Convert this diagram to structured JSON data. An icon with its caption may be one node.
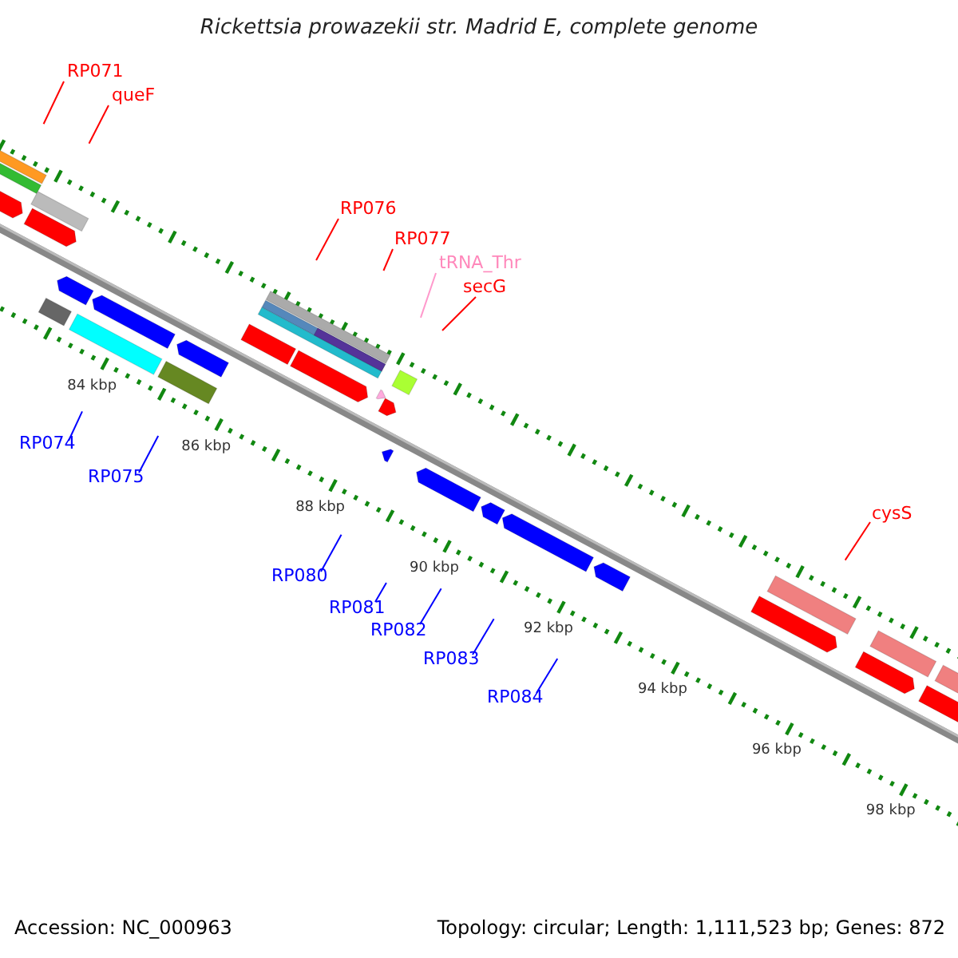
{
  "diagram": {
    "title": "Rickettsia prowazekii str. Madrid E, complete genome",
    "nodes": [
      {
        "text": [
          "RP071"
        ]
      },
      {
        "text": [
          "queF"
        ]
      },
      {
        "text": [
          "RP076"
        ]
      },
      {
        "text": [
          "RP077"
        ]
      },
      {
        "text": [
          "tRNA_Thr"
        ]
      },
      {
        "text": [
          "secG"
        ]
      },
      {
        "text": [
          "RP074"
        ]
      },
      {
        "text": [
          "RP075"
        ]
      },
      {
        "text": [
          "RP080"
        ]
      },
      {
        "text": [
          "RP081"
        ]
      },
      {
        "text": [
          "RP082"
        ]
      },
      {
        "text": [
          "RP083"
        ]
      },
      {
        "text": [
          "RP084"
        ]
      },
      {
        "text": [
          "cysS"
        ]
      }
    ],
    "edges": [
      {
        "from": 0,
        "to": null,
        "arrow": "none",
        "color": "#ff0000"
      },
      {
        "from": 1,
        "to": null,
        "arrow": "none",
        "color": "#ff0000"
      },
      {
        "from": 2,
        "to": null,
        "arrow": "none",
        "color": "#ff0000"
      },
      {
        "from": 3,
        "to": null,
        "arrow": "none",
        "color": "#ff0000"
      },
      {
        "from": 4,
        "to": null,
        "arrow": "none",
        "color": "#ff99cc"
      },
      {
        "from": 5,
        "to": null,
        "arrow": "none",
        "color": "#ff0000"
      },
      {
        "from": 6,
        "to": null,
        "arrow": "none",
        "color": "#0000ff"
      },
      {
        "from": 7,
        "to": null,
        "arrow": "none",
        "color": "#0000ff"
      },
      {
        "from": 8,
        "to": null,
        "arrow": "none",
        "color": "#0000ff"
      },
      {
        "from": 9,
        "to": null,
        "arrow": "none",
        "color": "#0000ff"
      },
      {
        "from": 10,
        "to": null,
        "arrow": "none",
        "color": "#0000ff"
      },
      {
        "from": 11,
        "to": null,
        "arrow": "none",
        "color": "#0000ff"
      },
      {
        "from": 12,
        "to": null,
        "arrow": "none",
        "color": "#0000ff"
      },
      {
        "from": 13,
        "to": null,
        "arrow": "none",
        "color": "#ff0000"
      }
    ],
    "labels": [
      "84 kbp",
      "86 kbp",
      "88 kbp",
      "90 kbp",
      "92 kbp",
      "94 kbp",
      "96 kbp",
      "98 kbp",
      "Accession: NC_000963",
      "Topology: circular; Length: 1,111,523 bp; Genes: 872"
    ]
  }
}
